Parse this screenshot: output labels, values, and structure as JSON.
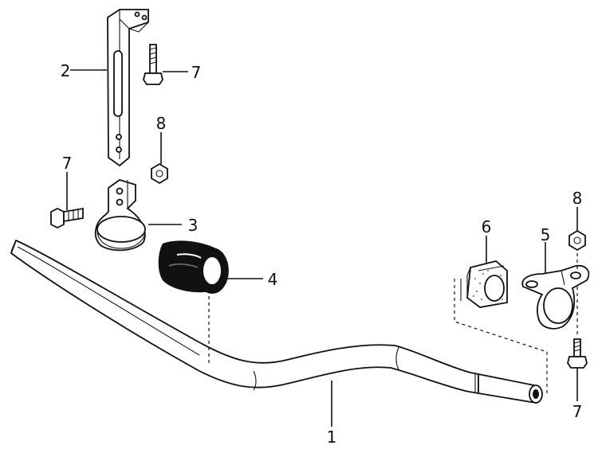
{
  "diagram": {
    "callouts": [
      {
        "id": "c1",
        "label": "1"
      },
      {
        "id": "c2",
        "label": "2"
      },
      {
        "id": "c3",
        "label": "3"
      },
      {
        "id": "c4",
        "label": "4"
      },
      {
        "id": "c5",
        "label": "5"
      },
      {
        "id": "c6",
        "label": "6"
      },
      {
        "id": "c7a",
        "label": "7"
      },
      {
        "id": "c7b",
        "label": "7"
      },
      {
        "id": "c7c",
        "label": "7"
      },
      {
        "id": "c8a",
        "label": "8"
      },
      {
        "id": "c8b",
        "label": "8"
      }
    ]
  }
}
